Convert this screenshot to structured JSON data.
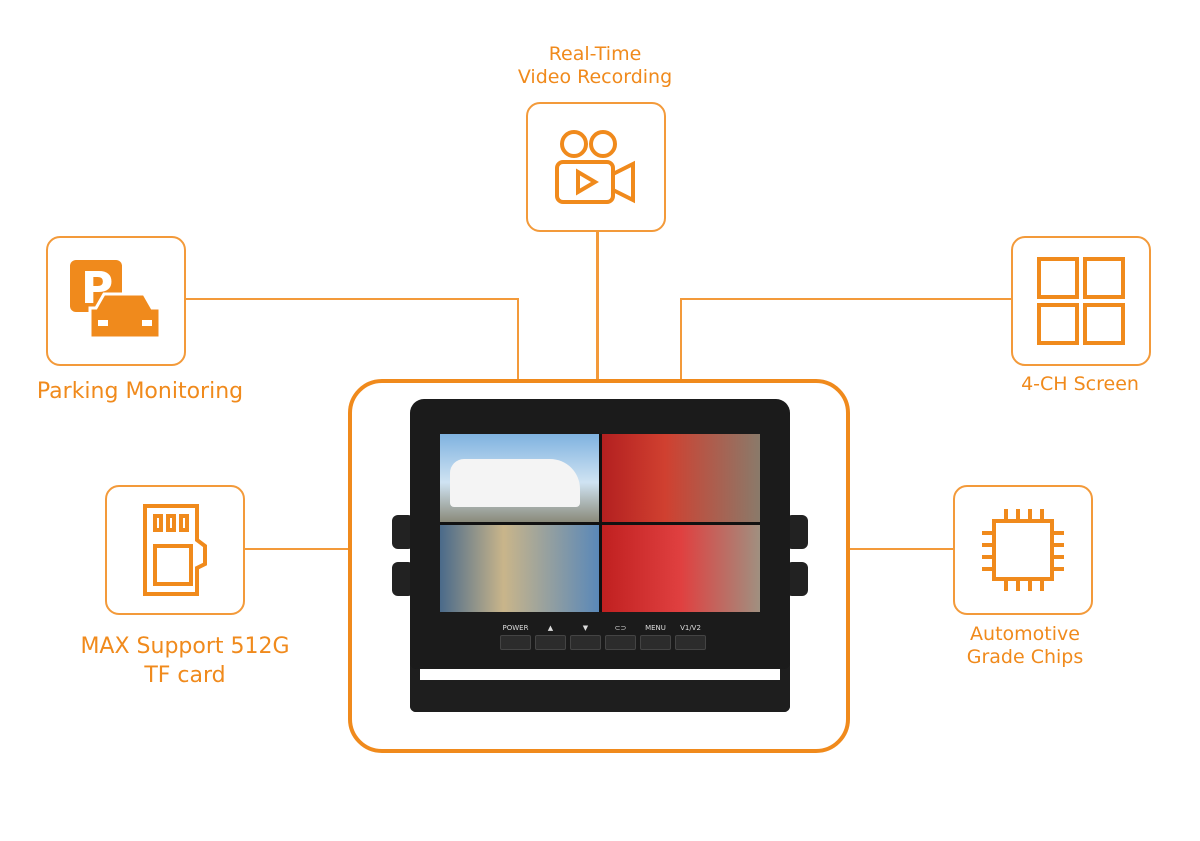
{
  "features": {
    "video": {
      "label1": "Real-Time",
      "label2": "Video Recording",
      "icon": "video-camera-icon"
    },
    "parking": {
      "label": "Parking Monitoring",
      "icon": "parking-car-icon"
    },
    "screen": {
      "label": "4-CH Screen",
      "icon": "four-grid-icon"
    },
    "tf": {
      "label1": "MAX Support 512G",
      "label2": "TF card",
      "icon": "sd-card-icon"
    },
    "chip": {
      "label1": "Automotive",
      "label2": "Grade Chips",
      "icon": "chip-icon"
    }
  },
  "monitor": {
    "buttons": [
      "POWER",
      "▲",
      "▼",
      "⊂⊃",
      "MENU",
      "V1/V2"
    ]
  },
  "colors": {
    "accent": "#f08a1c"
  }
}
